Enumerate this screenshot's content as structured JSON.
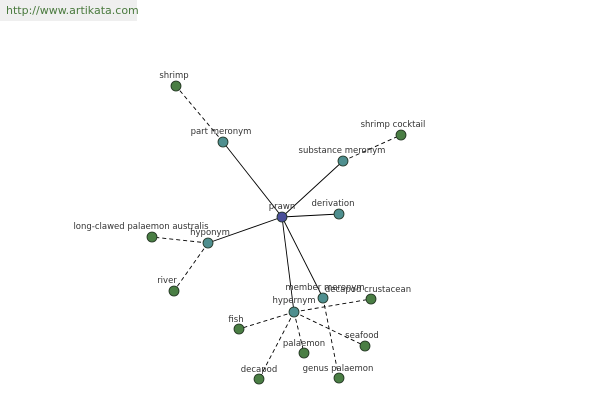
{
  "header": {
    "url": "http://www.artikata.com"
  },
  "colors": {
    "center": "#4a4f9a",
    "relation": "#4f8f8f",
    "term": "#4a7e44",
    "stroke": "#1f2f1f",
    "edge": "#000000"
  },
  "graph": {
    "center": {
      "id": "prawn",
      "label": "prawn"
    },
    "relations": [
      {
        "id": "part-meronym",
        "label": "part meronym"
      },
      {
        "id": "substance-meronym",
        "label": "substance meronym"
      },
      {
        "id": "derivation",
        "label": "derivation"
      },
      {
        "id": "hyponym",
        "label": "hyponym"
      },
      {
        "id": "member-meronym",
        "label": "member meronym"
      },
      {
        "id": "hypernym",
        "label": "hypernym"
      }
    ],
    "terms": [
      {
        "id": "shrimp",
        "label": "shrimp",
        "relation": "part-meronym"
      },
      {
        "id": "shrimp-cocktail",
        "label": "shrimp cocktail",
        "relation": "substance-meronym"
      },
      {
        "id": "long-clawed-palaemon-australis",
        "label": "long-clawed palaemon australis",
        "relation": "hyponym"
      },
      {
        "id": "river",
        "label": "river",
        "relation": "hyponym"
      },
      {
        "id": "decapod-crustacean",
        "label": "decapod crustacean",
        "relation": "hypernym"
      },
      {
        "id": "fish",
        "label": "fish",
        "relation": "hypernym"
      },
      {
        "id": "seafood",
        "label": "seafood",
        "relation": "hypernym"
      },
      {
        "id": "palaemon",
        "label": "palaemon",
        "relation": "hypernym"
      },
      {
        "id": "decapod",
        "label": "decapod",
        "relation": "hypernym"
      },
      {
        "id": "genus-palaemon",
        "label": "genus palaemon",
        "relation": "member-meronym"
      }
    ]
  }
}
